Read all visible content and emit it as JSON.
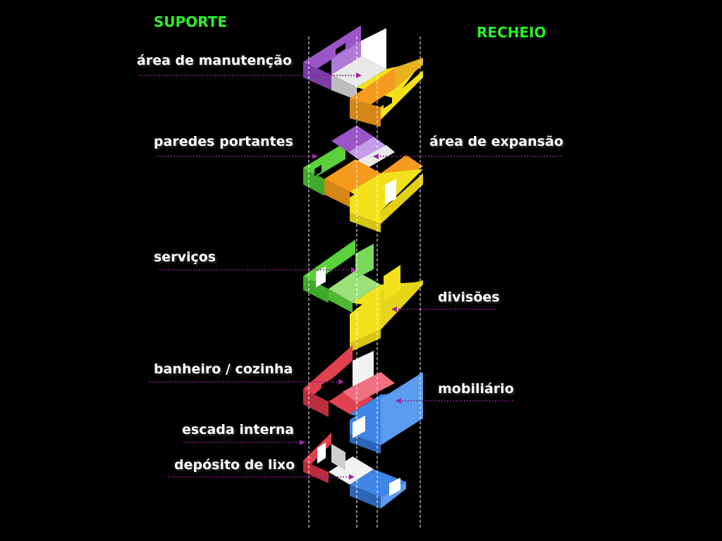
{
  "headers": {
    "left": "SUPORTE",
    "right": "RECHEIO"
  },
  "labels": {
    "area_manutencao": "área de manutenção",
    "paredes_portantes": "paredes portantes",
    "area_expansao": "área de expansão",
    "servicos": "serviços",
    "divisoes": "divisões",
    "banheiro_cozinha": "banheiro / cozinha",
    "mobiliario": "mobiliário",
    "escada_interna": "escada interna",
    "deposito_lixo": "depósito de lixo"
  },
  "colors": {
    "background": "#000000",
    "header": "#2bf02b",
    "label": "#ffffff",
    "arrow": "#8c1a8c",
    "guide": "#ffffff",
    "purple": "#9b55c8",
    "orange": "#f59a1c",
    "yellow": "#f2e11a",
    "green": "#5ad13c",
    "red": "#e23f4f",
    "blue": "#3f86e6",
    "white": "#f2f2f2",
    "gray": "#cfcfcf"
  }
}
